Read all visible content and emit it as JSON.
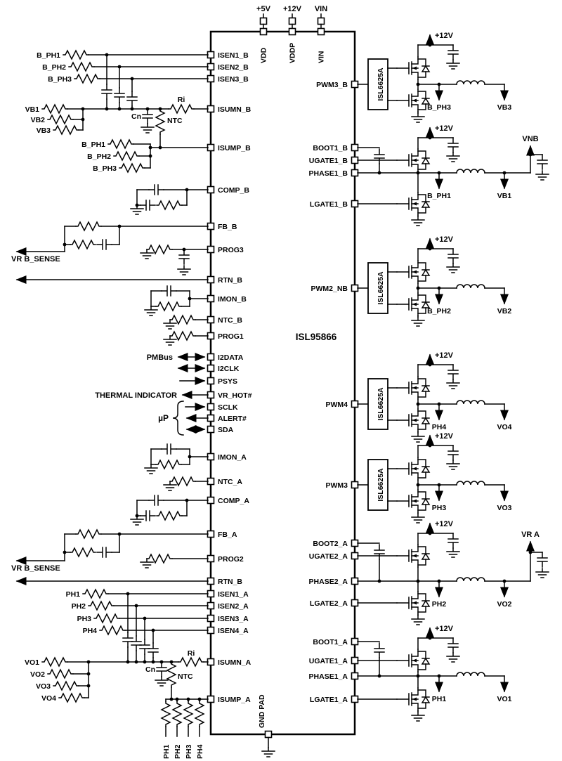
{
  "chip": {
    "name": "ISL95866",
    "pad_label": "GND PAD"
  },
  "rails": {
    "p5": "+5V",
    "p12": "+12V",
    "vin": "VIN"
  },
  "toppins": {
    "vdd": "VDD",
    "vddp": "VDDP",
    "vin": "VIN"
  },
  "lp": {
    "isen1b": "ISEN1_B",
    "isen2b": "ISEN2_B",
    "isen3b": "ISEN3_B",
    "isumnb": "ISUMN_B",
    "isumpb": "ISUMP_B",
    "compb": "COMP_B",
    "fbb": "FB_B",
    "prog3": "PROG3",
    "rtnb": "RTN_B",
    "imonb": "IMON_B",
    "ntcb": "NTC_B",
    "prog1": "PROG1",
    "i2data": "I2DATA",
    "i2clk": "I2CLK",
    "psys": "PSYS",
    "vrhot": "VR_HOT#",
    "sclk": "SCLK",
    "alert": "ALERT#",
    "sda": "SDA",
    "imona": "IMON_A",
    "ntca": "NTC_A",
    "compa": "COMP_A",
    "fba": "FB_A",
    "prog2": "PROG2",
    "rtnb2": "RTN_B",
    "isen1a": "ISEN1_A",
    "isen2a": "ISEN2_A",
    "isen3a": "ISEN3_A",
    "isen4a": "ISEN4_A",
    "isumna": "ISUMN_A",
    "isumpa": "ISUMP_A"
  },
  "rp": {
    "pwm3b": "PWM3_B",
    "boot1b": "BOOT1_B",
    "ugate1b": "UGATE1_B",
    "phase1b": "PHASE1_B",
    "lgate1b": "LGATE1_B",
    "pwm2nb": "PWM2_NB",
    "pwm4": "PWM4",
    "pwm3": "PWM3",
    "boot2a": "BOOT2_A",
    "ugate2a": "UGATE2_A",
    "phase2a": "PHASE2_A",
    "lgate2a": "LGATE2_A",
    "boot1a": "BOOT1_A",
    "ugate1a": "UGATE1_A",
    "phase1a": "PHASE1_A",
    "lgate1a": "LGATE1_A"
  },
  "sig": {
    "bph1": "B_PH1",
    "bph2": "B_PH2",
    "bph3": "B_PH3",
    "vb1": "VB1",
    "vb2": "VB2",
    "vb3": "VB3",
    "ph1": "PH1",
    "ph2": "PH2",
    "ph3": "PH3",
    "ph4": "PH4",
    "vo1": "VO1",
    "vo2": "VO2",
    "vo3": "VO3",
    "vo4": "VO4",
    "ri": "Ri",
    "cn": "Cn",
    "ntc": "NTC",
    "vrbsense": "VR B_SENSE",
    "pmbus": "PMBus",
    "thermal": "THERMAL INDICATOR",
    "up": "µP",
    "vnb": "VNB",
    "vra": "VR A"
  },
  "driver": {
    "name": "ISL6625A"
  }
}
